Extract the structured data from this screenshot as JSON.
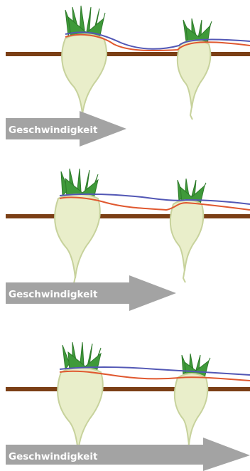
{
  "colors": {
    "soil": "#7b3f16",
    "beet_body": "#e9eeca",
    "beet_shade": "#c7d29c",
    "leaves": "#3f9a3a",
    "line_blue": "#5257b5",
    "line_red": "#e0582f",
    "arrow": "#a3a3a3",
    "arrow_text": "#ffffff"
  },
  "panels": [
    {
      "label": "Geschwindigkeit",
      "speed_level": "low"
    },
    {
      "label": "Geschwindigkeit",
      "speed_level": "medium"
    },
    {
      "label": "Geschwindigkeit",
      "speed_level": "high"
    }
  ]
}
